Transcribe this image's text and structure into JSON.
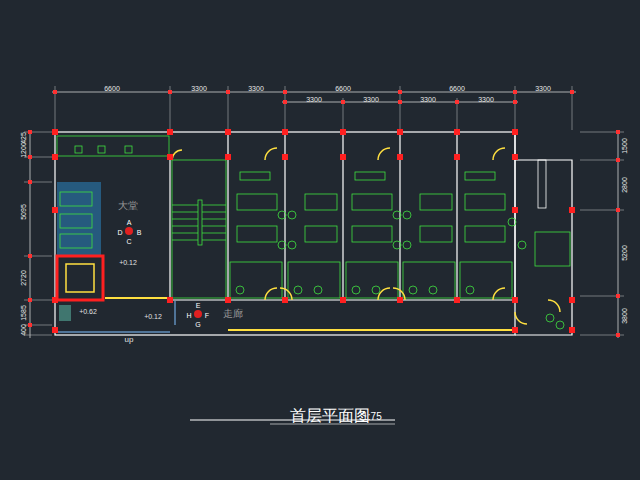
{
  "diagram": {
    "title": "首层平面图",
    "labels": [
      "6600",
      "3300",
      "3300",
      "6600",
      "6600",
      "3300",
      "3300",
      "3300",
      "3300",
      "3300",
      "1200",
      "425",
      "5095",
      "2720",
      "1585",
      "400",
      "1500",
      "2800",
      "5200",
      "3800",
      "大堂",
      "A",
      "D",
      "B",
      "C",
      "+0.12",
      "+0.62",
      "+0.12",
      "E",
      "H",
      "F",
      "G",
      "走廊",
      "up",
      "1:75"
    ]
  }
}
